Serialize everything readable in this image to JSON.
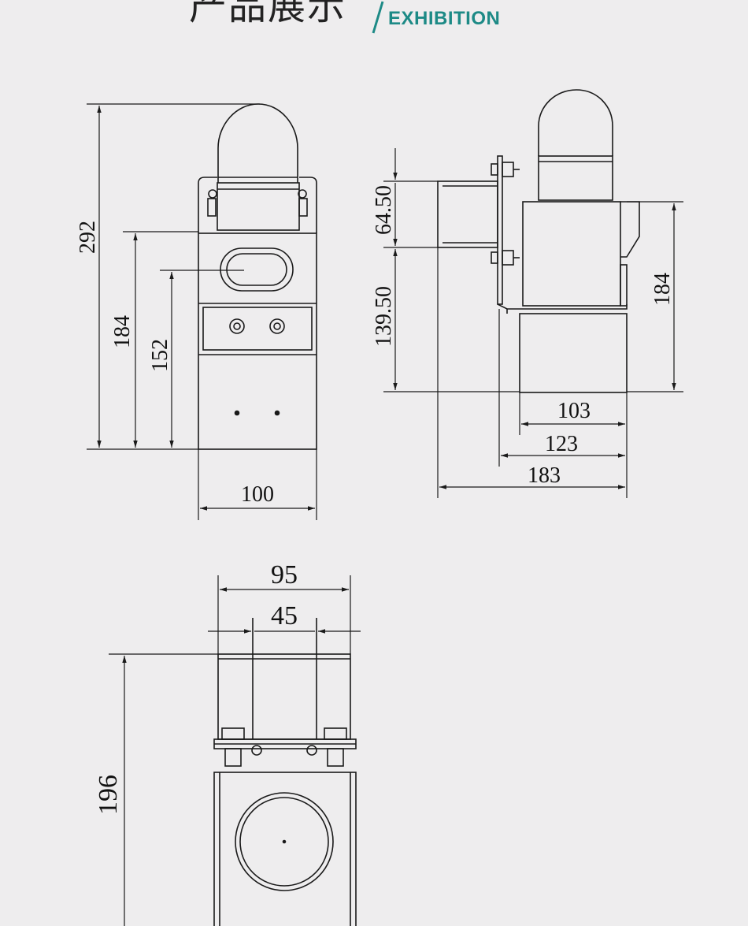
{
  "header": {
    "title_cn": "产品展示",
    "title_en": "EXHIBITION"
  },
  "colors": {
    "background": "#eeedee",
    "accent": "#1d8a86",
    "line": "#1a1a1a"
  },
  "front_view": {
    "dims": {
      "total_height": "292",
      "body_height": "184",
      "panel_height": "152",
      "width": "100"
    }
  },
  "side_view": {
    "dims": {
      "upper_mount": "64.50",
      "lower_mount": "139.50",
      "right_height": "184",
      "depth_1": "103",
      "depth_2": "123",
      "depth_3": "183"
    }
  },
  "top_view": {
    "dims": {
      "outer_width": "95",
      "inner_width": "45",
      "height": "196"
    }
  }
}
